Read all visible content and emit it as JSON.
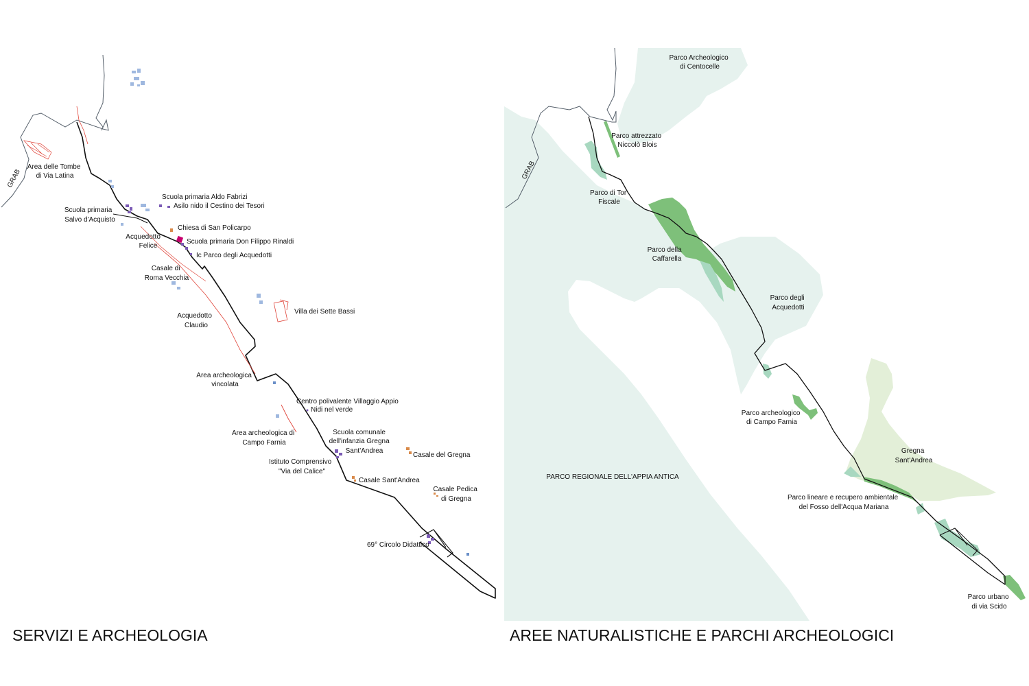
{
  "left_panel": {
    "title": "SERVIZI E ARCHEOLOGIA",
    "road_label": "GRAB",
    "labels": {
      "tombe": [
        "Area delle Tombe",
        "di Via Latina"
      ],
      "fabrizi": [
        "Scuola primaria Aldo Fabrizi",
        "Asilo nido il Cestino dei Tesori"
      ],
      "acquisto": [
        "Scuola primaria",
        "Salvo d'Acquisto"
      ],
      "policarpo": "Chiesa di San Policarpo",
      "rinaldi": "Scuola primaria Don Filippo Rinaldi",
      "felice": [
        "Acquedotto",
        "Felice"
      ],
      "ic_parco": "Ic Parco degli Acquedotti",
      "roma_vecchia": [
        "Casale di",
        "Roma Vecchia"
      ],
      "sette_bassi": "Villa dei Sette Bassi",
      "claudio": [
        "Acquedotto",
        "Claudio"
      ],
      "vincolata": [
        "Area archeologica",
        "vincolata"
      ],
      "villaggio": [
        "Centro polivalente Villaggio Appio",
        "Nidi nel verde"
      ],
      "campo_farnia": [
        "Area archeologica di",
        "Campo Farnia"
      ],
      "gregna_school": [
        "Scuola comunale",
        "dell'infanzia Gregna",
        "Sant'Andrea"
      ],
      "casale_gregna": "Casale del Gregna",
      "calice": [
        "Istituto Comprensivo",
        "\"Via del Calice\""
      ],
      "casale_sa": "Casale Sant'Andrea",
      "pedica": [
        "Casale Pedica",
        "di Gregna"
      ],
      "circolo": "69° Circolo Didattico"
    }
  },
  "right_panel": {
    "title": "AREE NATURALISTICHE E PARCHI ARCHEOLOGICI",
    "road_label": "GRAB",
    "labels": {
      "centocelle": [
        "Parco Archeologico",
        "di Centocelle"
      ],
      "blois": [
        "Parco attrezzato",
        "Niccolò Blois"
      ],
      "tor_fiscale": [
        "Parco di Tor",
        "Fiscale"
      ],
      "caffarella": [
        "Parco della",
        "Caffarella"
      ],
      "acquedotti": [
        "Parco degli",
        "Acquedotti"
      ],
      "campo_farnia": [
        "Parco archeologico",
        "di Campo Farnia"
      ],
      "appia": "PARCO REGIONALE DELL'APPIA ANTICA",
      "gregna": [
        "Gregna",
        "Sant'Andrea"
      ],
      "mariana": [
        "Parco lineare e recupero ambientale",
        "del Fosso dell'Acqua Mariana"
      ],
      "scido": [
        "Parco urbano",
        "di via Scido"
      ]
    }
  },
  "colors": {
    "park_light": "#e6f2ee",
    "park_gregna": "#e3efd8",
    "park_green": "#7ec07a",
    "park_mid": "#a8d8c0",
    "archaeology_red": "#e0453a",
    "school_purple": "#7b5bb5",
    "church_orange": "#d98a4a",
    "service_magenta": "#c8006e",
    "building_blue": "#6a8fc8",
    "route_black": "#111111",
    "boundary_grey": "#555f6a"
  }
}
